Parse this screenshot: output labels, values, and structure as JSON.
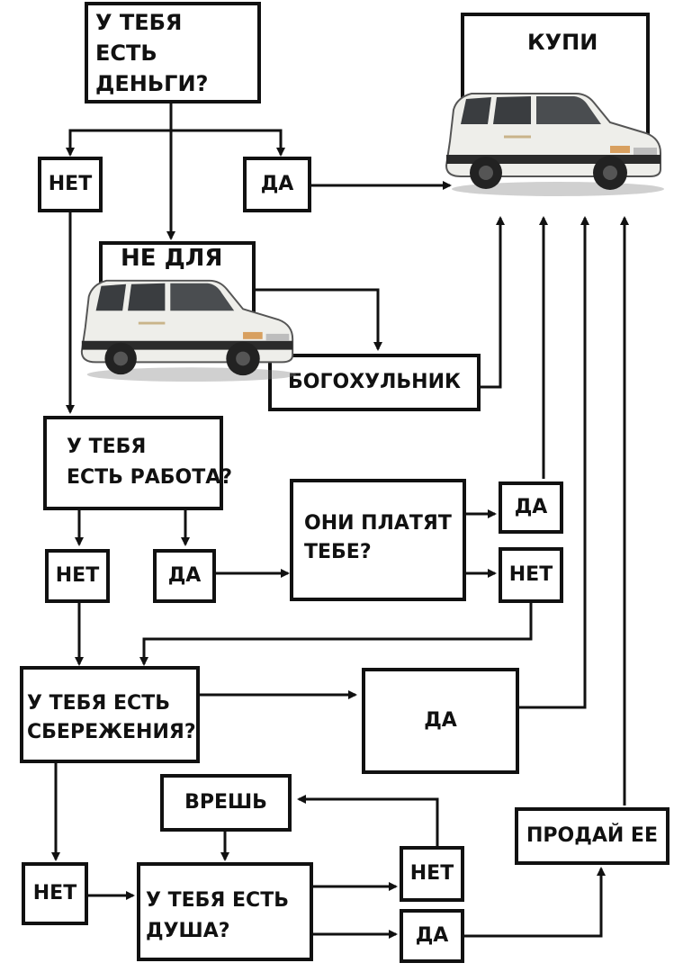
{
  "nodes": {
    "q_money": "У ТЕБЯ\nЕСТЬ\nДЕНЬГИ?",
    "buy": "КУПИ",
    "no_money": "НЕТ",
    "yes_money": "ДА",
    "not_for": "НЕ ДЛЯ",
    "blasphemer": "БОГОХУЛЬНИК",
    "q_job": "У ТЕБЯ\nЕСТЬ РАБОТА?",
    "no_job": "НЕТ",
    "yes_job": "ДА",
    "q_paid": "ОНИ ПЛАТЯТ\nТЕБЕ?",
    "yes_paid": "ДА",
    "no_paid": "НЕТ",
    "q_savings": "У ТЕБЯ ЕСТЬ\nСБЕРЕЖЕНИЯ?",
    "yes_savings": "ДА",
    "lie": "ВРЕШЬ",
    "sell": "ПРОДАЙ ЕЕ",
    "no_savings": "НЕТ",
    "q_soul": "У ТЕБЯ ЕСТЬ\nДУША?",
    "no_soul": "НЕТ",
    "yes_soul": "ДА"
  },
  "colors": {
    "ink": "#111111",
    "car_body": "#eeeeea",
    "background": "#ffffff"
  }
}
